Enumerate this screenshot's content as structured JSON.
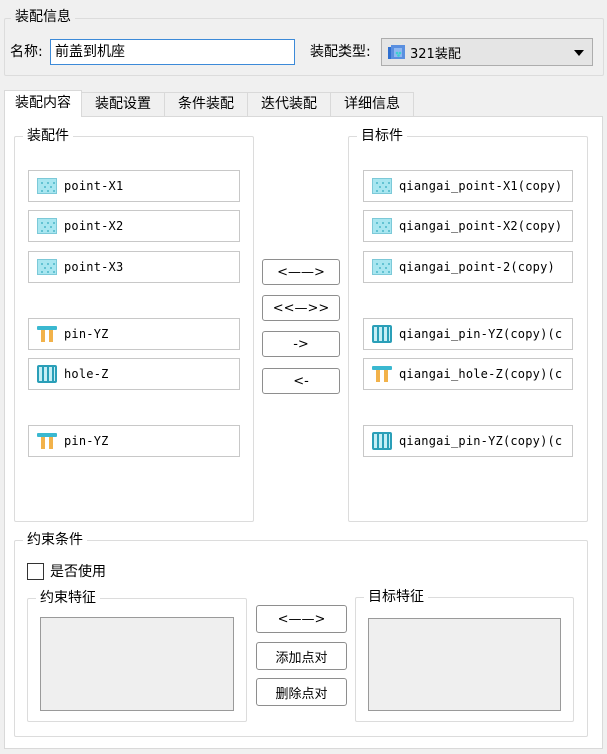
{
  "info": {
    "group_title": "装配信息",
    "name_label": "名称:",
    "name_value": "前盖到机座",
    "type_label": "装配类型:",
    "type_value": "321装配",
    "type_icon": "assembly-321-icon"
  },
  "tabs": [
    {
      "label": "装配内容",
      "active": true
    },
    {
      "label": "装配设置",
      "active": false
    },
    {
      "label": "条件装配",
      "active": false
    },
    {
      "label": "迭代装配",
      "active": false
    },
    {
      "label": "详细信息",
      "active": false
    }
  ],
  "assembly_parts": {
    "title": "装配件",
    "items": [
      {
        "icon": "point-icon",
        "label": "point-X1"
      },
      {
        "icon": "point-icon",
        "label": "point-X2"
      },
      {
        "icon": "point-icon",
        "label": "point-X3"
      },
      {
        "icon": "pin-icon",
        "label": "pin-YZ"
      },
      {
        "icon": "hole-icon",
        "label": "hole-Z"
      },
      {
        "icon": "pin-icon",
        "label": "pin-YZ"
      }
    ]
  },
  "target_parts": {
    "title": "目标件",
    "items": [
      {
        "icon": "point-icon",
        "label": "qiangai_point-X1(copy)"
      },
      {
        "icon": "point-icon",
        "label": "qiangai_point-X2(copy)"
      },
      {
        "icon": "point-icon",
        "label": "qiangai_point-2(copy)"
      },
      {
        "icon": "hole-icon",
        "label": "qiangai_pin-YZ(copy)(c"
      },
      {
        "icon": "pin-icon",
        "label": "qiangai_hole-Z(copy)(c"
      },
      {
        "icon": "hole-icon",
        "label": "qiangai_pin-YZ(copy)(c"
      }
    ]
  },
  "middle_buttons": {
    "swap": "<——>",
    "swap_all": "<<—>>",
    "move_right": "->",
    "move_left": "<-"
  },
  "constraints": {
    "title": "约束条件",
    "use_label": "是否使用",
    "use_checked": false,
    "feature_title": "约束特征",
    "target_feature_title": "目标特征",
    "swap_button": "<——>",
    "add_pair_button": "添加点对",
    "delete_pair_button": "删除点对"
  }
}
